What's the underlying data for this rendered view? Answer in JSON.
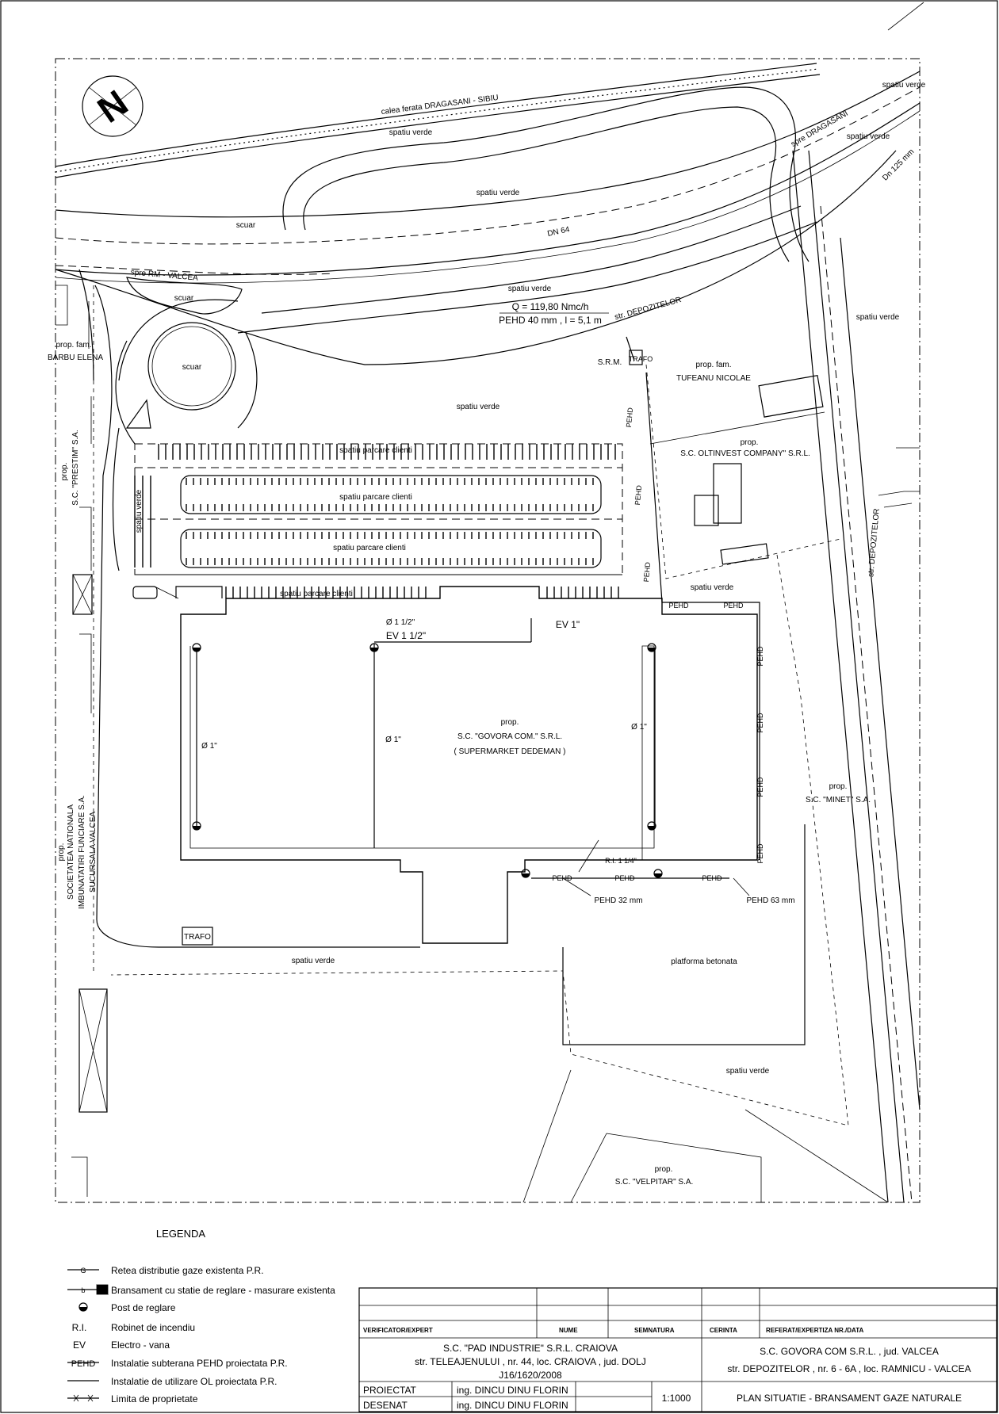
{
  "north_symbol": "N",
  "map_labels": {
    "railway": "calea ferata DRAGASANI - SIBIU",
    "spre_dragasani": "spre DRAGASANI",
    "dn125": "Dn 125 mm",
    "dn64": "DN 64",
    "spre_rm_valcea": "spre RM - VALCEA",
    "str_depozitelor_1": "str. DEPOZITELOR",
    "str_depozitelor_2": "str. DEPOZITELOR",
    "scuar_1": "scuar",
    "scuar_2": "scuar",
    "scuar_3": "scuar",
    "spatiu_verde_1": "spatiu verde",
    "spatiu_verde_2": "spatiu verde",
    "spatiu_verde_3": "spatiu verde",
    "spatiu_verde_4": "spatiu verde",
    "spatiu_verde_5": "spatiu verde",
    "spatiu_verde_6": "spatiu verde",
    "spatiu_verde_7": "spatiu verde",
    "spatiu_verde_8": "spatiu verde",
    "spatiu_verde_9": "spatiu verde",
    "spatiu_verde_10": "spatiu verde",
    "spatiu_verde_11": "spatiu verde",
    "flow_q": "Q = 119,80 Nmc/h",
    "flow_pipe": "PEHD 40 mm , l = 5,1 m",
    "srm": "S.R.M.",
    "trafo_1": "TRAFO",
    "trafo_2": "TRAFO",
    "prop_fam_1": "prop. fam.",
    "barbu": "BARBU ELENA",
    "prop_fam_2": "prop. fam.",
    "tufeanu": "TUFEANU NICOLAE",
    "prop_1": "prop.",
    "oltinvest": "S.C. OLTINVEST COMPANY\" S.R.L.",
    "prop_2": "prop.",
    "prestim": "S.C. \"PRESTIM\" S.A.",
    "parcare_1": "spatiu parcare clienti",
    "parcare_2": "spatiu parcare clienti",
    "parcare_3": "spatiu parcare clienti",
    "parcare_4": "spatiu parcare clienti",
    "pehd_1": "PEHD",
    "pehd_2": "PEHD",
    "pehd_3": "PEHD",
    "pehd_4": "PEHD",
    "pehd_5": "PEHD",
    "pehd_6": "PEHD",
    "pehd_7": "PEHD",
    "pehd_8": "PEHD",
    "pehd_9": "PEHD",
    "pehd_10": "PEHD",
    "pehd_11": "PEHD",
    "pehd_12": "PEHD",
    "d_1_1_2": "Ø 1 1/2\"",
    "ev_1_1_2": "EV 1 1/2\"",
    "ev_1": "EV 1\"",
    "d1_left": "Ø 1\"",
    "d1_mid": "Ø 1\"",
    "d1_right": "Ø 1\"",
    "prop_3": "prop.",
    "govora": "S.C. \"GOVORA COM.\" S.R.L.",
    "dedeman": "( SUPERMARKET DEDEMAN )",
    "prop_4": "prop.",
    "minet": "S.C. \"MINET\" S.A.",
    "ri": "R.I. 1 1/4\"",
    "pehd32": "PEHD 32 mm",
    "pehd63": "PEHD 63 mm",
    "prop_5": "prop.",
    "soc_nat": "SOCIETATEA NATIONALA",
    "imbunatatiri": "IMBUNATATIRI FUNCIARE S.A.",
    "sucursala": "SUCURSALA VALCEA",
    "platforma": "platforma betonata",
    "prop_6": "prop.",
    "velpitar": "S.C. \"VELPITAR\" S.A."
  },
  "legend": {
    "title": "LEGENDA",
    "items": [
      {
        "symbol": "G",
        "text": "Retea distributie gaze existenta P.R."
      },
      {
        "symbol": "b",
        "text": "Bransament cu statie de reglare - masurare existenta"
      },
      {
        "symbol": "",
        "text": "Post de reglare"
      },
      {
        "symbol": "R.I.",
        "text": "Robinet de incendiu"
      },
      {
        "symbol": "EV",
        "text": "Electro - vana"
      },
      {
        "symbol": "PEHD",
        "text": "Instalatie subterana PEHD proiectata P.R."
      },
      {
        "symbol": "",
        "text": "Instalatie de utilizare OL proiectata P.R."
      },
      {
        "symbol": "",
        "text": "Limita de proprietate"
      }
    ]
  },
  "title_block": {
    "header_verificator": "VERIFICATOR/EXPERT",
    "header_nume": "NUME",
    "header_semnatura": "SEMNATURA",
    "header_cerinta": "CERINTA",
    "header_referat": "REFERAT/EXPERTIZA NR./DATA",
    "company_line1": "S.C. \"PAD INDUSTRIE\" S.R.L. CRAIOVA",
    "company_line2": "str. TELEAJENULUI , nr. 44, loc. CRAIOVA , jud. DOLJ",
    "company_line3": "J16/1620/2008",
    "client_line1": "S.C. GOVORA COM S.R.L. , jud. VALCEA",
    "client_line2": "str. DEPOZITELOR , nr. 6 - 6A , loc. RAMNICU - VALCEA",
    "proiectat_label": "PROIECTAT",
    "proiectat_name": "ing. DINCU DINU FLORIN",
    "desenat_label": "DESENAT",
    "desenat_name": "ing. DINCU DINU FLORIN",
    "scale": "1:1000",
    "drawing_title": "PLAN SITUATIE - BRANSAMENT GAZE NATURALE"
  }
}
